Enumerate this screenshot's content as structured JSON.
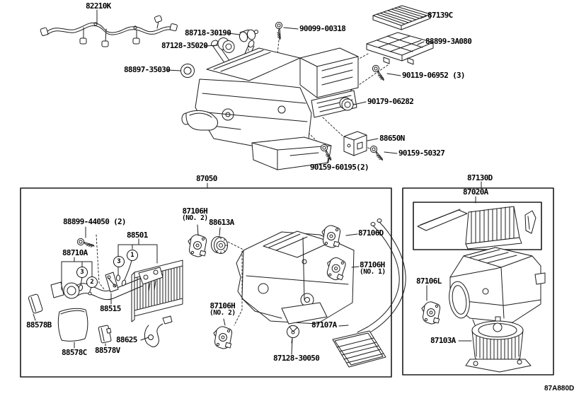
{
  "figure_code": "87A880D",
  "callouts": {
    "one": "1",
    "two": "2",
    "three": "3"
  },
  "parts": {
    "harness": {
      "code": "82210K"
    },
    "clamp": {
      "code": "88718-30190"
    },
    "grommet_a": {
      "code": "87128-35020"
    },
    "grommet_b": {
      "code": "88897-35030"
    },
    "screw_top": {
      "code": "90099-00318"
    },
    "filter": {
      "code": "87139C"
    },
    "filter_case": {
      "code": "88899-3A080"
    },
    "screw_case": {
      "code": "90119-06952 (3)"
    },
    "grommet_c": {
      "code": "90179-06282"
    },
    "amplifier": {
      "code": "88650N"
    },
    "screw_amp": {
      "code": "90159-50327"
    },
    "screw_unit": {
      "code": "90159-60195(2)"
    },
    "unit_assy": {
      "code": "87050"
    },
    "blower_assy": {
      "code": "87130D"
    },
    "inlet_assy": {
      "code": "87020A"
    },
    "screw_pipe": {
      "code": "88899-44050 (2)"
    },
    "tube": {
      "code": "88710A"
    },
    "evaporator": {
      "code": "88501"
    },
    "bracket_515": {
      "code": "88515"
    },
    "pad_b": {
      "code": "88578B"
    },
    "cover_c": {
      "code": "88578C"
    },
    "pad_v": {
      "code": "88578V"
    },
    "clamp_625": {
      "code": "88625"
    },
    "servo_no2_upper": {
      "code": "87106H",
      "note": "(NO. 2)"
    },
    "gear": {
      "code": "88613A"
    },
    "servo_d": {
      "code": "87106D"
    },
    "servo_no1": {
      "code": "87106H",
      "note": "(NO. 1)"
    },
    "servo_no2_lower": {
      "code": "87106H",
      "note": "(NO. 2)"
    },
    "heater_core": {
      "code": "87107A"
    },
    "grommet_drain": {
      "code": "87128-30050"
    },
    "servo_l": {
      "code": "87106L"
    },
    "blower_motor": {
      "code": "87103A"
    }
  }
}
